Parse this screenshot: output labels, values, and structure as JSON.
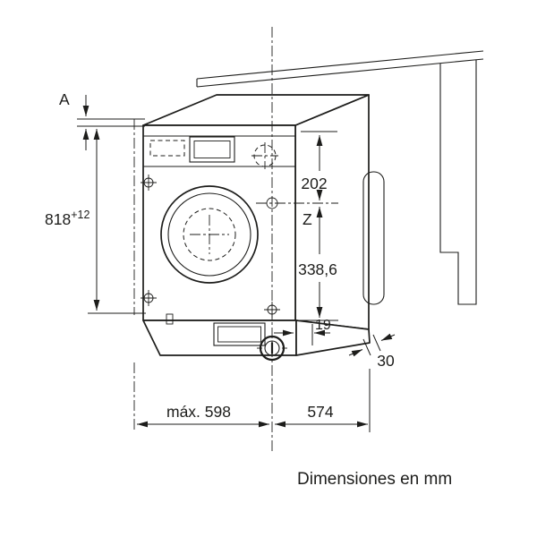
{
  "note": "Dimensiones en mm",
  "markers": {
    "section": "A",
    "axis": "Z"
  },
  "dimensions": {
    "niche_height": "818",
    "niche_height_tol": "+12",
    "top_to_door_axis": "202",
    "door_axis_to_base": "338,6",
    "base_offset": "19",
    "door_protrusion": "30",
    "max_width": "máx. 598",
    "depth": "574"
  },
  "colors": {
    "ink": "#1d1d1b",
    "paper": "#ffffff"
  }
}
